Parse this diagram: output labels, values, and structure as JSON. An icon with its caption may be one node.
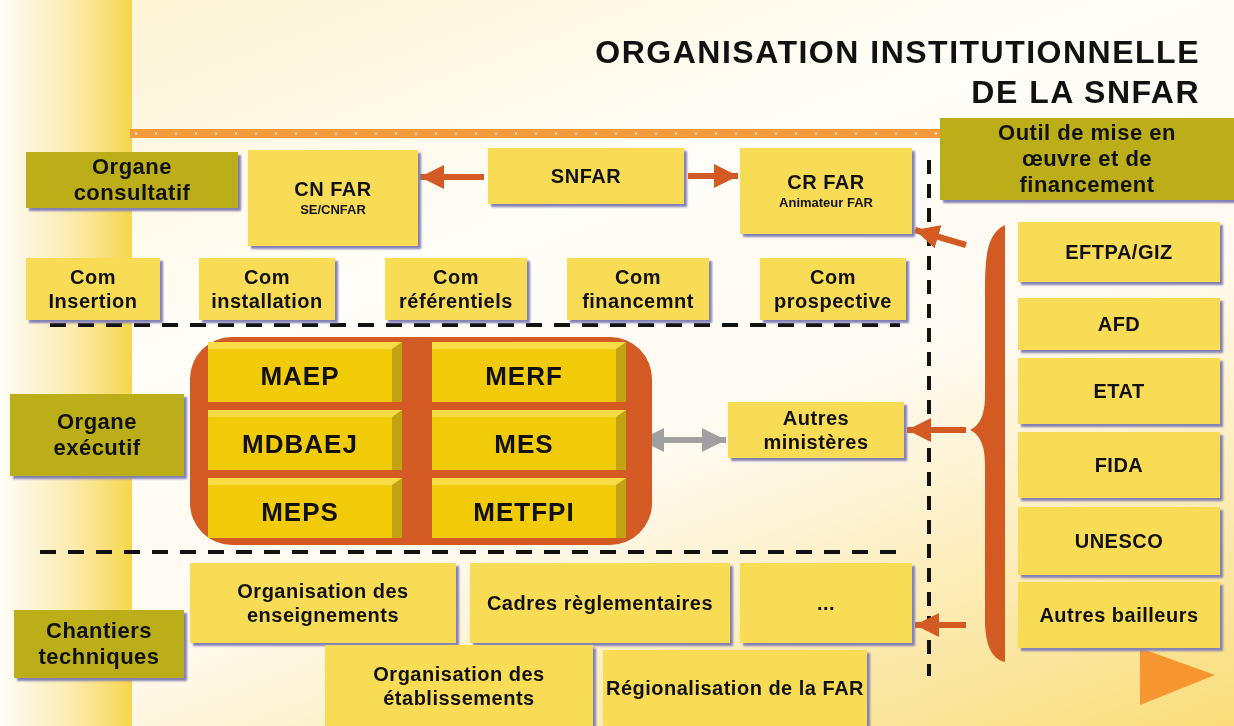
{
  "diagram": {
    "title": "ORGANISATION INSTITUTIONNELLE DE LA SNFAR",
    "nodes": [
      {
        "text": [
          "Organe consultatif"
        ]
      },
      {
        "text": [
          "CN FAR",
          "SE/CNFAR"
        ]
      },
      {
        "text": [
          "SNFAR"
        ]
      },
      {
        "text": [
          "CR FAR",
          "Animateur FAR"
        ]
      },
      {
        "text": [
          "Com Insertion"
        ]
      },
      {
        "text": [
          "Com installation"
        ]
      },
      {
        "text": [
          "Com référentiels"
        ]
      },
      {
        "text": [
          "Com financemnt"
        ]
      },
      {
        "text": [
          "Com prospective"
        ]
      },
      {
        "text": [
          "Organe exécutif"
        ]
      },
      {
        "text": [],
        "shape": "box"
      },
      {
        "text": [
          "MAEP"
        ],
        "in": 10
      },
      {
        "text": [
          "MERF"
        ],
        "in": 10
      },
      {
        "text": [
          "MDBAEJ"
        ],
        "in": 10
      },
      {
        "text": [
          "MES"
        ],
        "in": 10
      },
      {
        "text": [
          "MEPS"
        ],
        "in": 10
      },
      {
        "text": [
          "METFPI"
        ],
        "in": 10
      },
      {
        "text": [
          "Autres ministères"
        ]
      },
      {
        "text": [
          "Chantiers techniques"
        ]
      },
      {
        "text": [
          "Organisation des enseignements"
        ]
      },
      {
        "text": [
          "Cadres règlementaires"
        ]
      },
      {
        "text": [
          "..."
        ]
      },
      {
        "text": [
          "Organisation des établissements"
        ]
      },
      {
        "text": [
          "Régionalisation de la FAR"
        ]
      },
      {
        "text": [
          "Outil de mise en œuvre et de financement"
        ]
      },
      {
        "text": [
          "EFTPA/GIZ"
        ]
      },
      {
        "text": [
          "AFD"
        ]
      },
      {
        "text": [
          "ETAT"
        ]
      },
      {
        "text": [
          "FIDA"
        ]
      },
      {
        "text": [
          "UNESCO"
        ]
      },
      {
        "text": [
          "Autres bailleurs"
        ]
      },
      {
        "text": [],
        "shape": "brace"
      }
    ],
    "edges": [
      {
        "from": 2,
        "to": 1,
        "arrow": "to"
      },
      {
        "from": 2,
        "to": 3,
        "arrow": "to"
      },
      {
        "from": 14,
        "to": 17,
        "arrow": "both",
        "color": "#a0a0a0"
      },
      {
        "from": 31,
        "to": 3,
        "arrow": "to"
      },
      {
        "from": 31,
        "to": 17,
        "arrow": "to"
      },
      {
        "from": 31,
        "to": 21,
        "arrow": "to"
      }
    ]
  }
}
